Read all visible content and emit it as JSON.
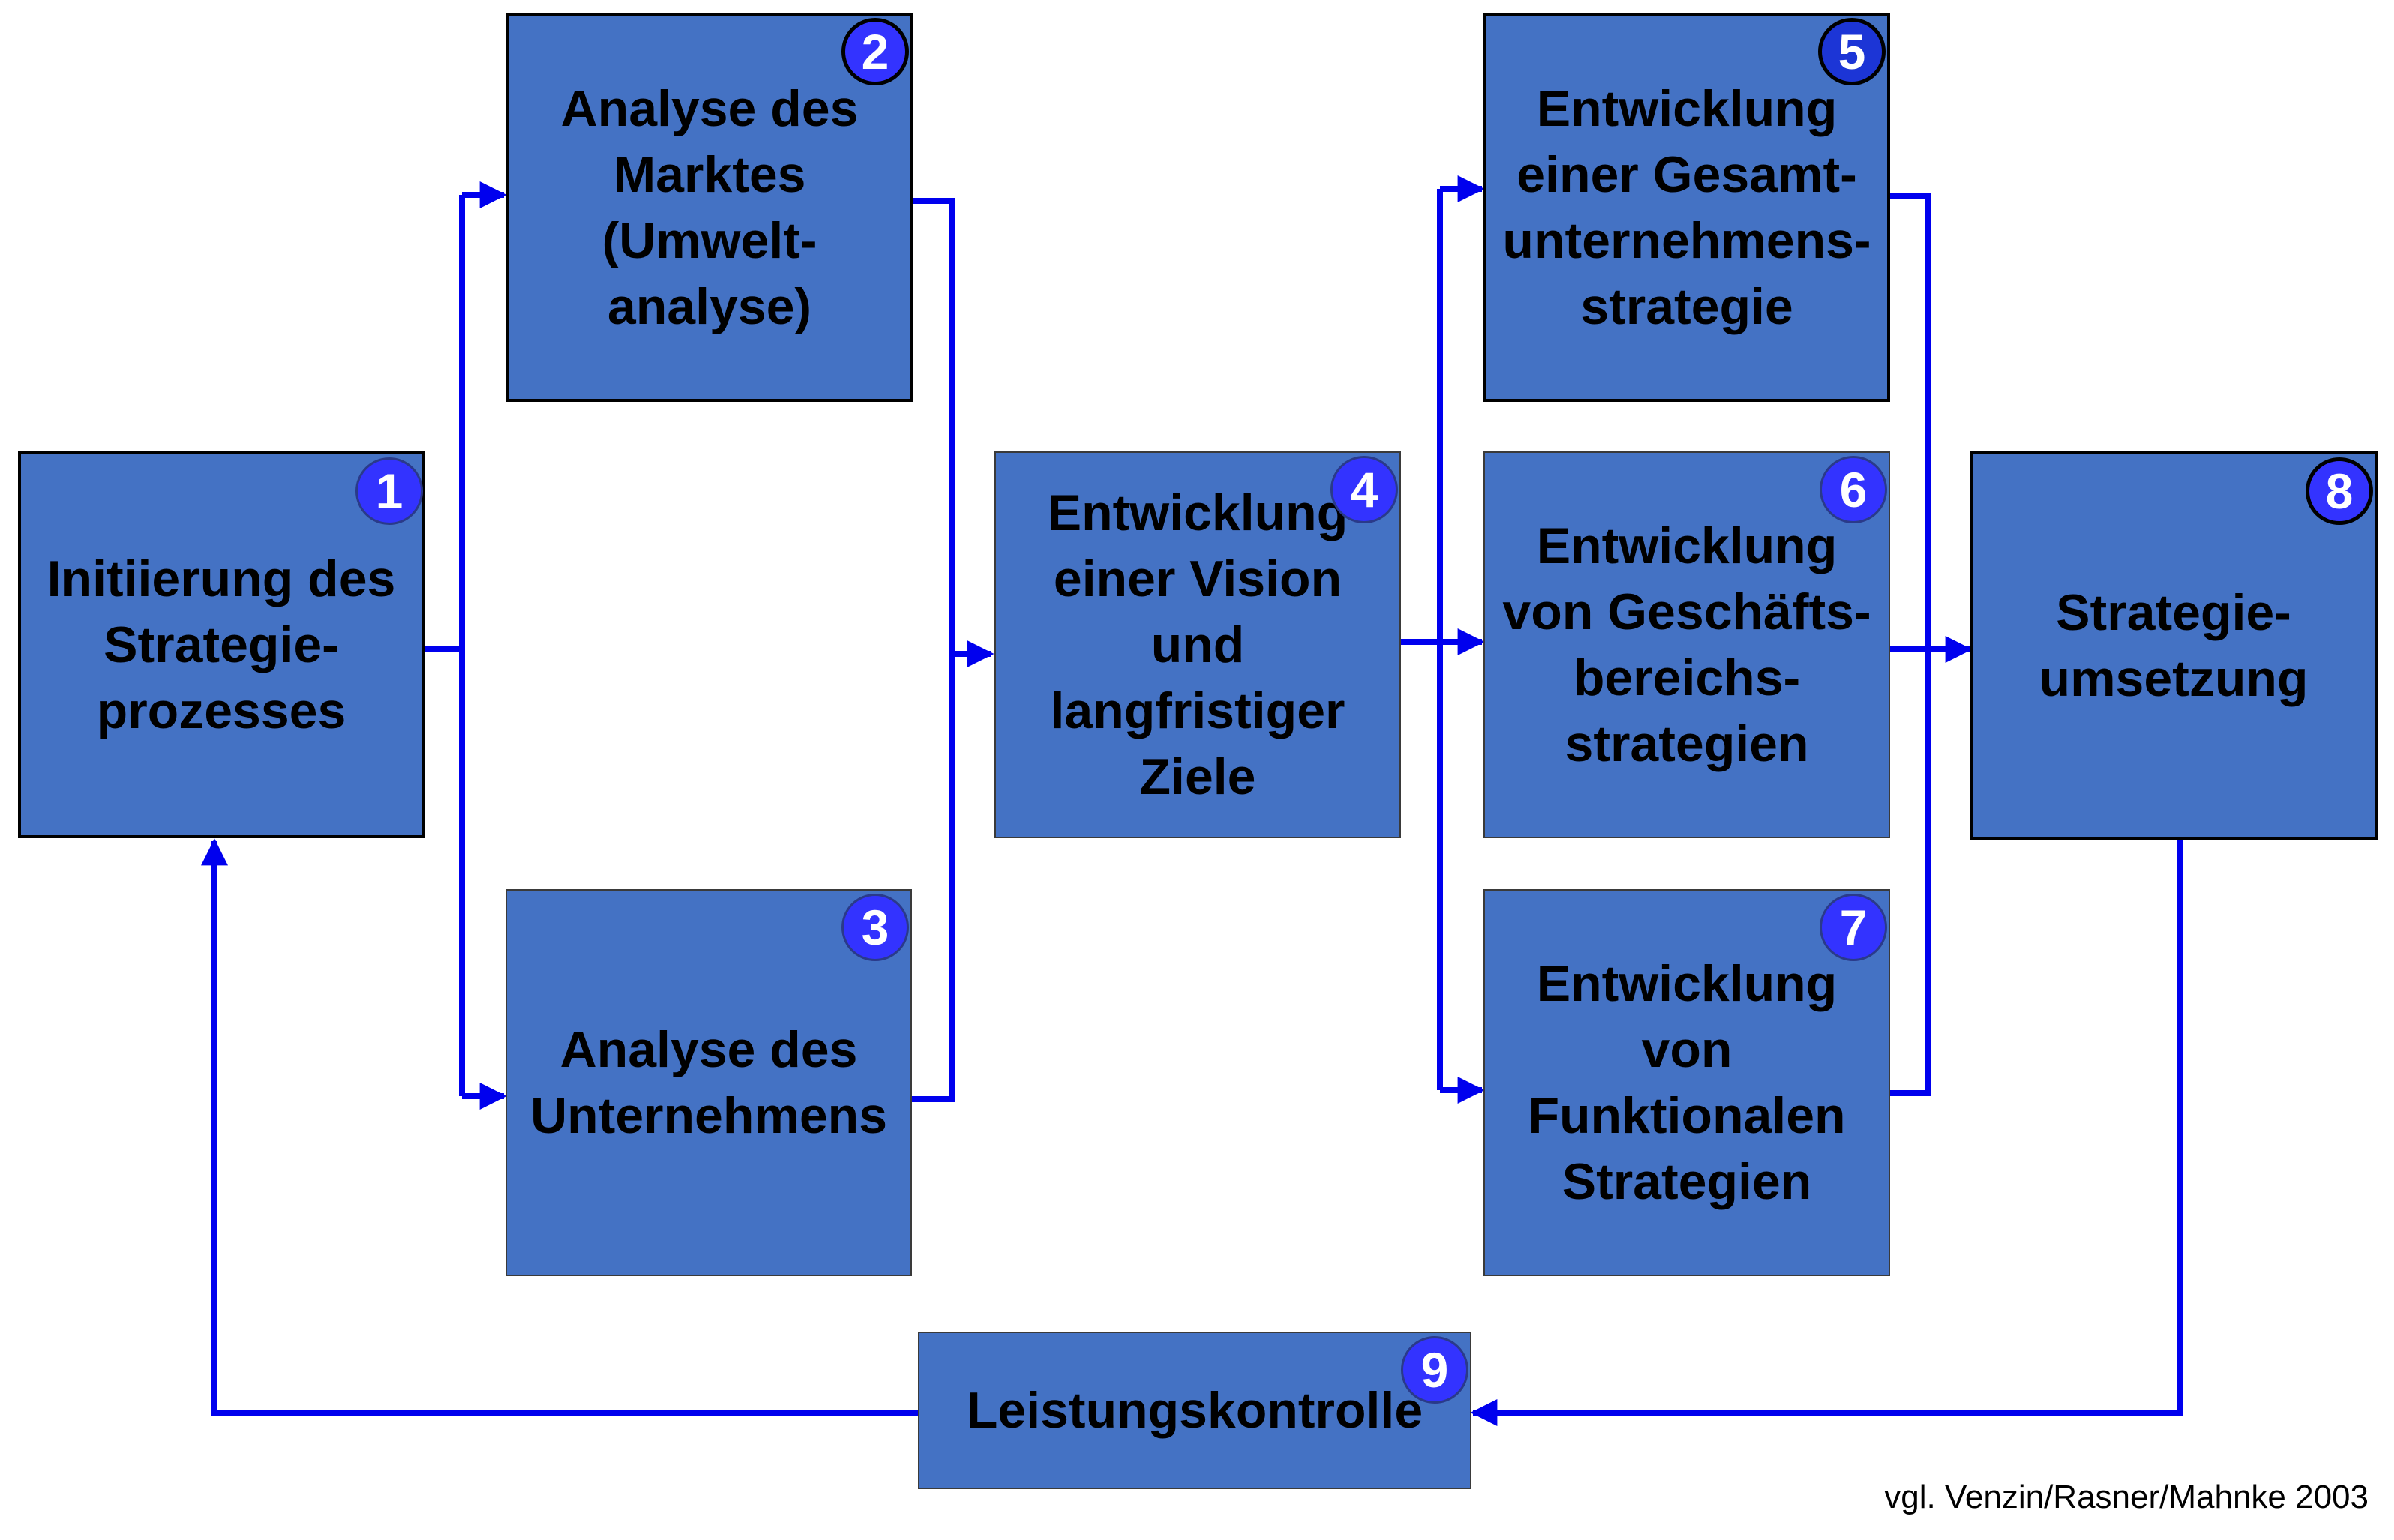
{
  "colors": {
    "box_fill": "#4472c4",
    "connector": "#0000ee",
    "badge_fill": "#3333ff",
    "badge_text": "#ffffff"
  },
  "steps": {
    "s1": {
      "number": "1",
      "label": "Initiierung des\nStrategie-\nprozesses"
    },
    "s2": {
      "number": "2",
      "label": "Analyse des\nMarktes\n(Umwelt-\nanalyse)"
    },
    "s3": {
      "number": "3",
      "label": "Analyse des\nUnternehmens"
    },
    "s4": {
      "number": "4",
      "label": "Entwicklung\neiner Vision\nund\nlangfristiger\nZiele"
    },
    "s5": {
      "number": "5",
      "label": "Entwicklung\neiner Gesamt-\nunternehmens-\nstrategie"
    },
    "s6": {
      "number": "6",
      "label": "Entwicklung\nvon Geschäfts-\nbereichs-\nstrategien"
    },
    "s7": {
      "number": "7",
      "label": "Entwicklung\nvon\nFunktionalen\nStrategien"
    },
    "s8": {
      "number": "8",
      "label": "Strategie-\numsetzung"
    },
    "s9": {
      "number": "9",
      "label": "Leistungskontrolle"
    }
  },
  "citation": "vgl. Venzin/Rasner/Mahnke 2003"
}
